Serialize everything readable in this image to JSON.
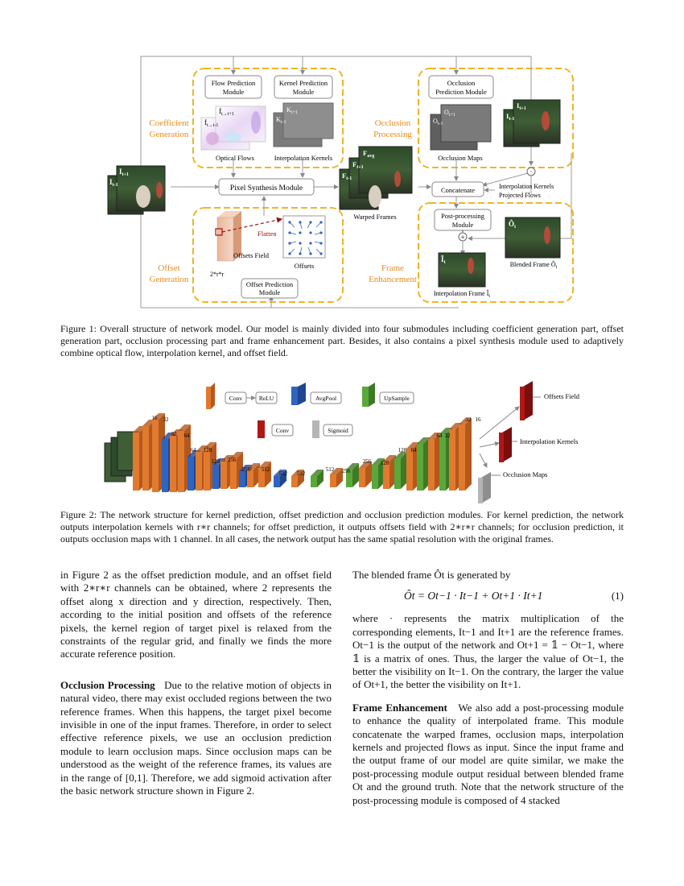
{
  "figure1": {
    "section_labels": {
      "coefficient": [
        "Coefficient",
        "Generation"
      ],
      "offset": [
        "Offset",
        "Generation"
      ],
      "occlusion": [
        "Occlusion",
        "Processing"
      ],
      "frame": [
        "Frame",
        "Enhancement"
      ]
    },
    "modules": {
      "flow": [
        "Flow Prediction",
        "Module"
      ],
      "kernel": [
        "Kernel Prediction",
        "Module"
      ],
      "occlusion": [
        "Occlusion",
        "Prediction Module"
      ],
      "pixel_synthesis": "Pixel Synthesis Module",
      "concatenate": "Concatenate",
      "post": [
        "Post-processing",
        "Module"
      ],
      "offset": [
        "Offset Prediction",
        "Module"
      ]
    },
    "labels": {
      "optical_flows": "Optical Flows",
      "interp_kernels": "Interpolation Kernels",
      "occlusion_maps": "Occlusion Maps",
      "warped_frames": "Warped Frames",
      "offsets_field": "Offsets Field",
      "offsets": "Offsets",
      "flatten": "Flatten",
      "r_dims": "2*r*r",
      "interp_kernels_in": "Interpolation Kernels",
      "projected_flows": "Projected Flows",
      "blended": "Blended Frame Ô",
      "blended_sub": "t",
      "interp_frame": "Interpolation Frame Î",
      "interp_frame_sub": "t",
      "f_t_t1": "f",
      "f_t_t1_sub": "t→t+1",
      "f_t_t0": "f",
      "f_t_t0_sub": "t→t-1",
      "k_t1": "K",
      "k_t1_sub": "t+1",
      "k_t0": "K",
      "k_t0_sub": "t-1",
      "o_t1": "O",
      "o_t1_sub": "t+1",
      "o_t0": "O",
      "o_t0_sub": "t-1",
      "i_t1": "I",
      "i_t1_sub": "t+1",
      "i_t0": "I",
      "i_t0_sub": "t-1",
      "f_avg": "F",
      "f_avg_sub": "avg",
      "f_t1": "F",
      "f_t1_sub": "t+1",
      "f_t0": "F",
      "f_t0_sub": "t-1",
      "ohat": "Ô",
      "ohat_sub": "t",
      "ihat": "Î",
      "ihat_sub": "t",
      "plus": "+",
      "dot": "·"
    }
  },
  "figure1_caption": "Figure 1: Overall structure of network model. Our model is mainly divided into four submodules including coefficient generation part, offset generation part, occlusion processing part and frame enhancement part. Besides, it also contains a pixel synthesis module used to adaptively combine optical flow, interpolation kernel, and offset field.",
  "figure2": {
    "legend": {
      "conv": "Conv",
      "relu": "ReLU",
      "avgpool": "AvgPool",
      "upsample": "UpSample",
      "conv_out": "Conv",
      "sigmoid": "Sigmoid"
    },
    "channel_labels": [
      "16",
      "32",
      "32",
      "64",
      "64",
      "128",
      "128",
      "256",
      "256",
      "512",
      "512",
      "512",
      "512",
      "256",
      "256",
      "128",
      "128",
      "64",
      "64",
      "32",
      "32",
      "16"
    ],
    "outputs": {
      "offsets_field": "Offsets Field",
      "interp_kernels": "Interpolation Kernels",
      "occlusion_maps": "Occlusion Maps"
    },
    "colors": {
      "conv": "#e07a2e",
      "avgpool": "#2f64c0",
      "upsample": "#5aa83a",
      "out_conv": "#b01818",
      "sigmoid": "#b5b5b5"
    }
  },
  "figure2_caption": "Figure 2: The network structure for kernel prediction, offset prediction and occlusion prediction modules. For kernel prediction, the network outputs interpolation kernels with r∗r channels; for offset prediction, it outputs offsets field with 2∗r∗r channels; for occlusion prediction, it outputs occlusion maps with 1 channel. In all cases, the network output has the same spatial resolution with the original frames.",
  "left_col": {
    "p1": "in Figure 2 as the offset prediction module, and an offset field with 2∗r∗r channels can be obtained, where 2 represents the offset along x direction and y direction, respectively. Then, according to the initial position and offsets of the reference pixels, the kernel region of target pixel is relaxed from the constraints of the regular grid, and finally we finds the more accurate reference position.",
    "occ_title": "Occlusion Processing",
    "occ_body": "Due to the relative motion of objects in natural video, there may exist occluded regions between the two reference frames. When this happens, the target pixel become invisible in one of the input frames. Therefore, in order to select effective reference pixels, we use an occlusion prediction module to learn occlusion maps. Since occlusion maps can be understood as the weight of the reference frames, its values are in the range of [0,1]. Therefore, we add sigmoid activation after the basic network structure shown in Figure 2."
  },
  "right_col": {
    "intro": "The blended frame Ôt is generated by",
    "equation": "Ôt = Ot−1 · It−1 + Ot+1 · It+1",
    "eq_number": "(1)",
    "p2": "where · represents the matrix multiplication of the corresponding elements, It−1 and It+1 are the reference frames. Ot−1 is the output of the network and Ot+1 = 𝟙 − Ot−1, where 𝟙 is a matrix of ones. Thus, the larger the value of Ot−1, the better the visibility on It−1. On the contrary, the larger the value of Ot+1, the better the visibility on It+1.",
    "fe_title": "Frame Enhancement",
    "fe_body": "We also add a post-processing module to enhance the quality of interpolated frame. This module concatenate the warped frames, occlusion maps, interpolation kernels and projected flows as input. Since the input frame and the output frame of our model are quite similar, we make the post-processing module output residual between blended frame Ot and the ground truth. Note that the network structure of the post-processing module is composed of 4 stacked"
  }
}
